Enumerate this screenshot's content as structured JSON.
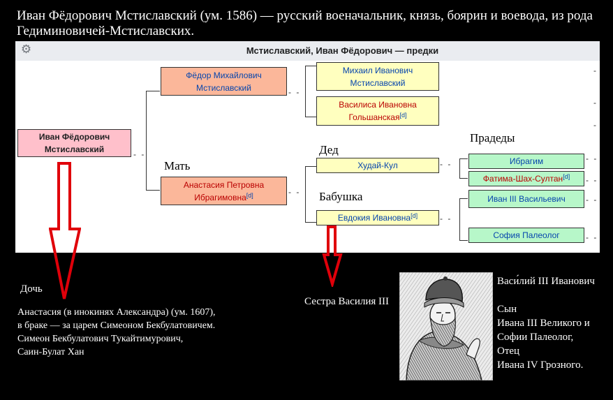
{
  "intro": "Иван Фёдорович Мстиславский (ум. 1586) — русский военачальник, князь, боярин и воевода, из рода Гедиминовичей-Мстиславских.",
  "panel": {
    "title": "Мстиславский, Иван Фёдорович — предки",
    "gear_icon": "gear-icon"
  },
  "tree": {
    "self": {
      "line1": "Иван Фёдорович",
      "line2": "Мстиславский"
    },
    "father": {
      "line1": "Фёдор Михайлович",
      "line2": "Мстиславский"
    },
    "mother": {
      "line1": "Анастасия Петровна",
      "line2": "Ибрагимовна",
      "sup": "[d]"
    },
    "pgf": {
      "line1": "Михаил Иванович",
      "line2": "Мстиславский"
    },
    "pgm": {
      "line1": "Василиса Ивановна",
      "line2": "Гольшанская",
      "sup": "[d]"
    },
    "mgf": {
      "line1": "Худай-Кул"
    },
    "mgm": {
      "line1": "Евдокия Ивановна",
      "sup": "[d]"
    },
    "ggp1": {
      "line1": "Ибрагим"
    },
    "ggp2": {
      "line1": "Фатима-Шах-Султан",
      "sup": "[d]"
    },
    "ggp3": {
      "line1": "Иван III Васильевич"
    },
    "ggp4": {
      "line1": "София Палеолог"
    }
  },
  "labels": {
    "mat": "Мать",
    "ded": "Дед",
    "babushka": "Бабушка",
    "pradedy": "Прадеды"
  },
  "annotations": {
    "doch": "Дочь",
    "daughter_text": [
      "Анастасия (в инокинях Александра) (ум. 1607),",
      "в  браке — за царем Симеоном Бекбулатовичем.",
      "Симеон Бекбулатович Тукайтимурович,",
      "Саин-Булат Хан"
    ],
    "sister": "Сестра Василия III",
    "vasily": [
      "Васи́лий III Иванович",
      "",
      "Сын",
      "Ивана III Великого и",
      "Софии Палеолог,",
      "Отец",
      "Ивана IV Грозного."
    ]
  },
  "colors": {
    "arrow": "#e0000a",
    "self_bg": "#ffc0cb",
    "parents_bg": "#fbb79a",
    "grandparents_bg": "#ffffbf",
    "greatgrandparents_bg": "#b7f7c9"
  }
}
